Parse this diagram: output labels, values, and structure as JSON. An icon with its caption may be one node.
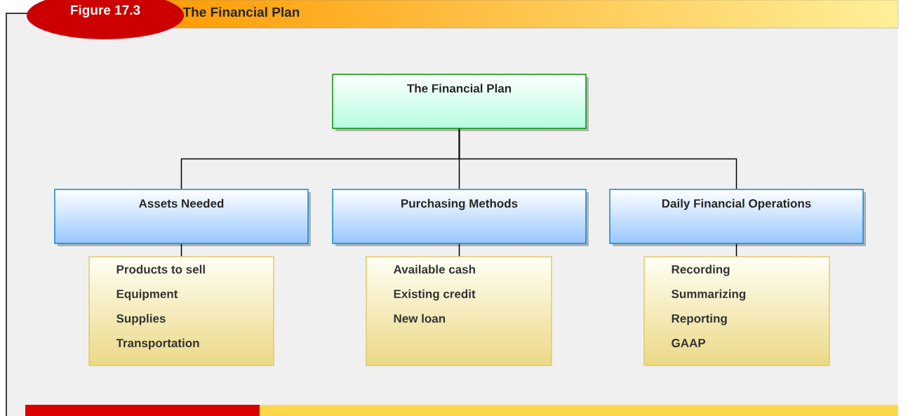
{
  "diagram": {
    "title": "The Financial Plan",
    "nodes": [
      {
        "text": [
          "The Financial Plan"
        ]
      },
      {
        "text": [
          "Assets Needed"
        ]
      },
      {
        "text": [
          "Purchasing Methods"
        ]
      },
      {
        "text": [
          "Daily Financial Operations"
        ]
      },
      {
        "text": [
          "Products to sell",
          "Equipment",
          "Supplies",
          "Transportation"
        ]
      },
      {
        "text": [
          "Available cash",
          "Existing credit",
          "New loan"
        ]
      },
      {
        "text": [
          "Recording",
          "Summarizing",
          "Reporting",
          "GAAP"
        ]
      }
    ],
    "edges": [
      {
        "from": 0,
        "to": 1,
        "arrow": "none"
      },
      {
        "from": 0,
        "to": 2,
        "arrow": "none"
      },
      {
        "from": 0,
        "to": 3,
        "arrow": "none"
      },
      {
        "from": 1,
        "to": 4,
        "arrow": "none"
      },
      {
        "from": 2,
        "to": 5,
        "arrow": "none"
      },
      {
        "from": 3,
        "to": 6,
        "arrow": "none"
      }
    ],
    "labels": [
      "Figure 17.3"
    ]
  }
}
